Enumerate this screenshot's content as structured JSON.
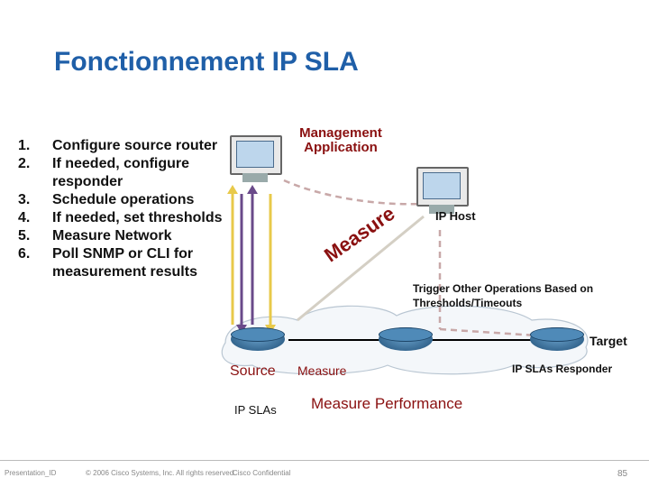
{
  "title": "Fonctionnement IP SLA",
  "steps": [
    {
      "num": "1.",
      "text": "Configure source router"
    },
    {
      "num": "2.",
      "text": "If needed, configure responder"
    },
    {
      "num": "3.",
      "text": "Schedule operations"
    },
    {
      "num": "4.",
      "text": "If needed, set thresholds"
    },
    {
      "num": "5.",
      "text": "Measure Network"
    },
    {
      "num": "6.",
      "text": "Poll SNMP or CLI for measurement results"
    }
  ],
  "diagram": {
    "management_label": "Management Application",
    "ip_host_label": "IP Host",
    "measure_curved": "Measure",
    "trigger_label": "Trigger Other Operations Based on Thresholds/Timeouts",
    "target_label": "Target",
    "source_label": "Source",
    "measure_label": "Measure",
    "responder_label": "IP SLAs Responder",
    "ip_slas_label": "IP SLAs",
    "measure_performance": "Measure Performance"
  },
  "footer": {
    "presentation_id": "Presentation_ID",
    "copyright": "© 2006 Cisco Systems, Inc. All rights reserved.",
    "confidential": "Cisco Confidential",
    "page": "85"
  },
  "colors": {
    "title": "#1f5fa8",
    "accent_red": "#8a1010",
    "arrow_yellow": "#e8c94a",
    "arrow_purple": "#6a4a8a"
  }
}
